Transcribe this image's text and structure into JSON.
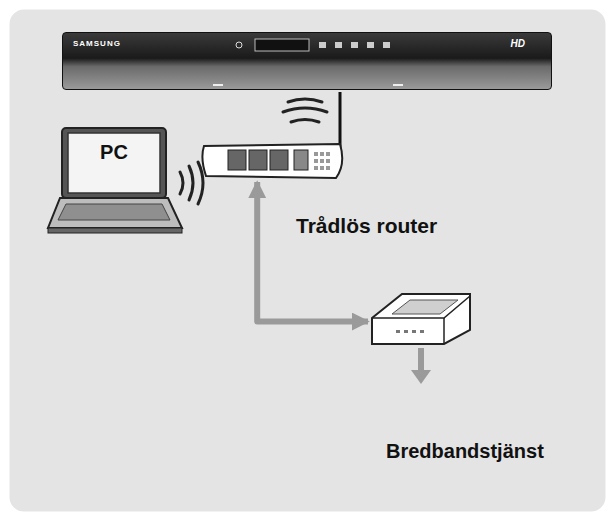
{
  "diagram": {
    "nodes": [
      {
        "text": [
          "SAMSUNG",
          "HD"
        ]
      },
      {
        "text": [
          "PC"
        ]
      },
      {
        "text": [
          "Trådlös router"
        ]
      },
      {
        "text": [
          "Bredbandstjänst"
        ]
      }
    ],
    "edges": [
      {
        "from": 2,
        "to": 3,
        "arrow": "both"
      }
    ]
  }
}
